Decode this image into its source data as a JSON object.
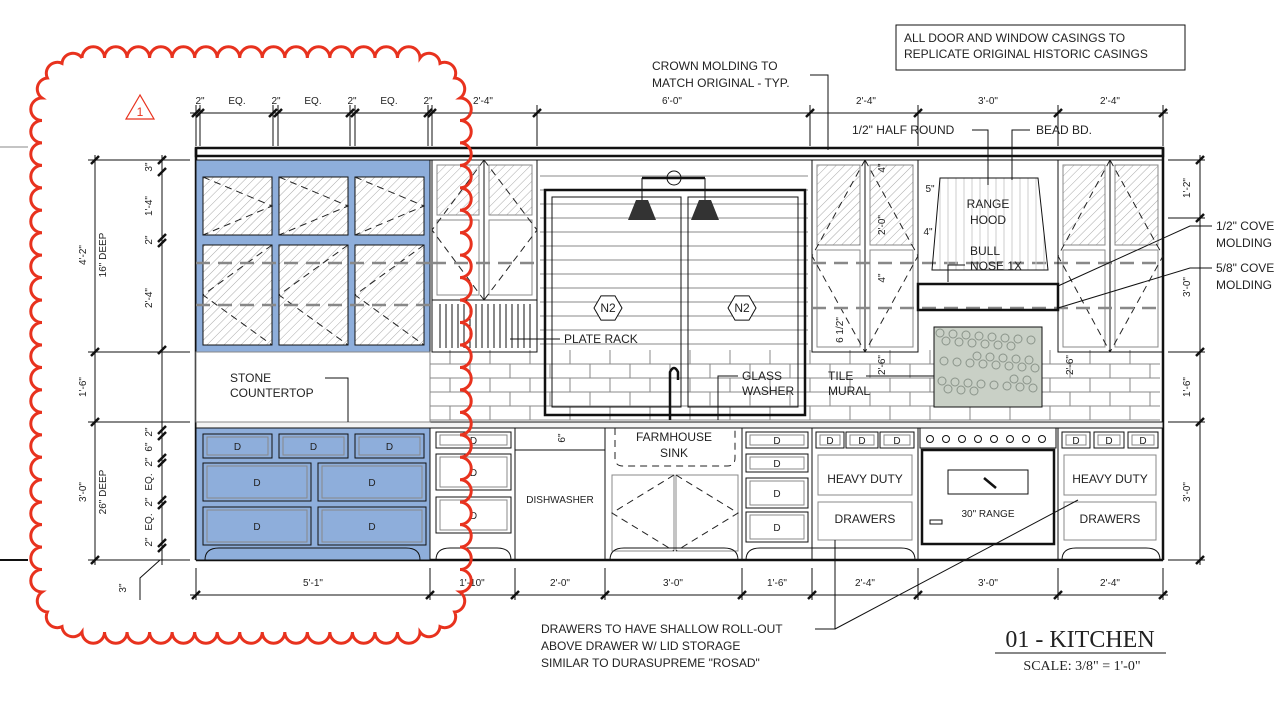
{
  "title": "01 - KITCHEN",
  "scale": "SCALE: 3/8\" = 1'-0\"",
  "revision_tag": "1",
  "tag_label": "N2",
  "drawer_label": "D",
  "colors": {
    "highlight": "#8eaedb",
    "revision_cloud": "#e8321e",
    "line": "#111111"
  },
  "notes": {
    "casings": [
      "ALL DOOR AND WINDOW CASINGS TO",
      "REPLICATE ORIGINAL HISTORIC CASINGS"
    ],
    "crown": [
      "CROWN MOLDING TO",
      "MATCH ORIGINAL - TYP."
    ],
    "half_round": "1/2\" HALF ROUND",
    "bead": "BEAD BD.",
    "hood": [
      "RANGE",
      "HOOD"
    ],
    "bull": [
      "BULL",
      "NOSE 1X"
    ],
    "cove_half": [
      "1/2\" COVE",
      "MOLDING"
    ],
    "cove_58": [
      "5/8\" COVE",
      "MOLDING"
    ],
    "stone": [
      "STONE",
      "COUNTERTOP"
    ],
    "plate_rack": "PLATE RACK",
    "glass": [
      "GLASS",
      "WASHER"
    ],
    "tile": [
      "TILE",
      "MURAL"
    ],
    "sink": [
      "FARMHOUSE",
      "SINK"
    ],
    "dishwasher": "DISHWASHER",
    "heavy_duty": "HEAVY DUTY",
    "drawers": "DRAWERS",
    "range": "30\" RANGE",
    "drawer_note": [
      "DRAWERS TO HAVE SHALLOW ROLL-OUT",
      "ABOVE DRAWER W/ LID STORAGE",
      "SIMILAR TO DURASUPREME \"ROSAD\""
    ]
  },
  "dims": {
    "top": [
      "2\"",
      "EQ.",
      "2\"",
      "EQ.",
      "2\"",
      "EQ.",
      "2\"",
      "2'-4\"",
      "6'-0\"",
      "2'-4\"",
      "3'-0\"",
      "2'-4\""
    ],
    "bottom": [
      "5'-1\"",
      "1'-10\"",
      "2'-0\"",
      "3'-0\"",
      "1'-6\"",
      "2'-4\"",
      "3'-0\"",
      "2'-4\""
    ],
    "left_outer": [
      "4'-2\"",
      "1'-6\"",
      "3'-0\""
    ],
    "left_depth": [
      "16\" DEEP",
      "26\" DEEP"
    ],
    "left_inner": [
      "3\"",
      "1'-4\"",
      "2\"",
      "2'-4\"",
      "2\"",
      "6\"",
      "2\"",
      "EQ.",
      "2\"",
      "EQ.",
      "2\""
    ],
    "toe_kick": "3\"",
    "right": [
      "1'-2\"",
      "3'-0\"",
      "1'-6\"",
      "3'-0\""
    ],
    "hood": [
      "4\"",
      "5\"",
      "2'-0\"",
      "4\"",
      "4\"",
      "6 1/2\"",
      "2'-6\"",
      "2'-6\""
    ],
    "dishwasher_gap": "6\""
  }
}
